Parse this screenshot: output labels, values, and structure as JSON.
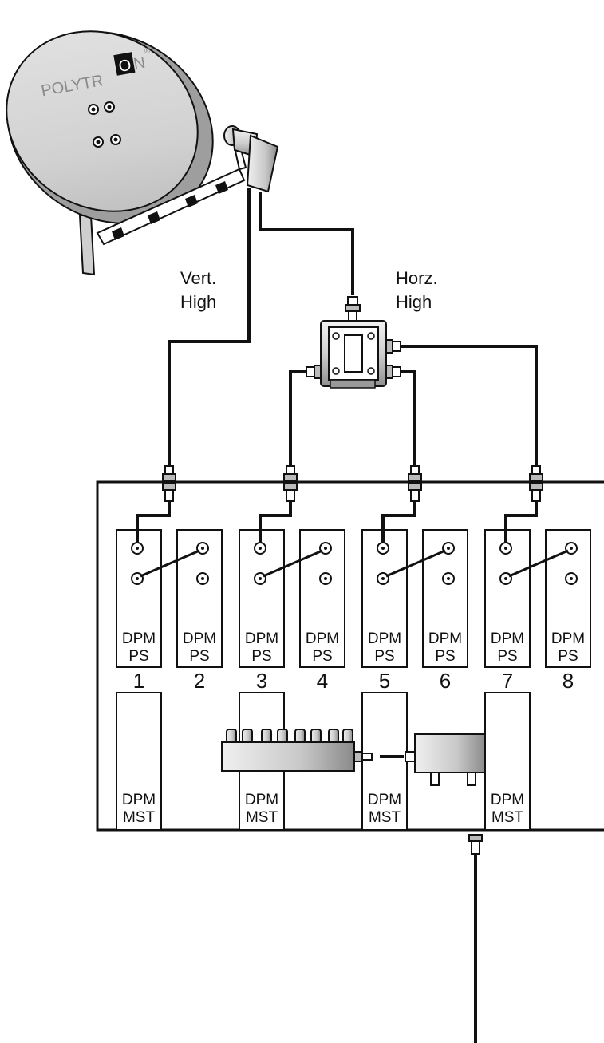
{
  "dish": {
    "brand_left": "POLYTR",
    "brand_box": "O",
    "brand_right": "N",
    "registered": "®"
  },
  "labels": {
    "vert_line1": "Vert.",
    "vert_line2": "High",
    "horz_line1": "Horz.",
    "horz_line2": "High"
  },
  "ps_modules": [
    {
      "line1": "DPM",
      "line2": "PS",
      "number": "1"
    },
    {
      "line1": "DPM",
      "line2": "PS",
      "number": "2"
    },
    {
      "line1": "DPM",
      "line2": "PS",
      "number": "3"
    },
    {
      "line1": "DPM",
      "line2": "PS",
      "number": "4"
    },
    {
      "line1": "DPM",
      "line2": "PS",
      "number": "5"
    },
    {
      "line1": "DPM",
      "line2": "PS",
      "number": "6"
    },
    {
      "line1": "DPM",
      "line2": "PS",
      "number": "7"
    },
    {
      "line1": "DPM",
      "line2": "PS",
      "number": "8"
    }
  ],
  "mst_modules": [
    {
      "line1": "DPM",
      "line2": "MST"
    },
    {
      "line1": "DPM",
      "line2": "MST"
    },
    {
      "line1": "DPM",
      "line2": "MST"
    },
    {
      "line1": "DPM",
      "line2": "MST"
    }
  ]
}
